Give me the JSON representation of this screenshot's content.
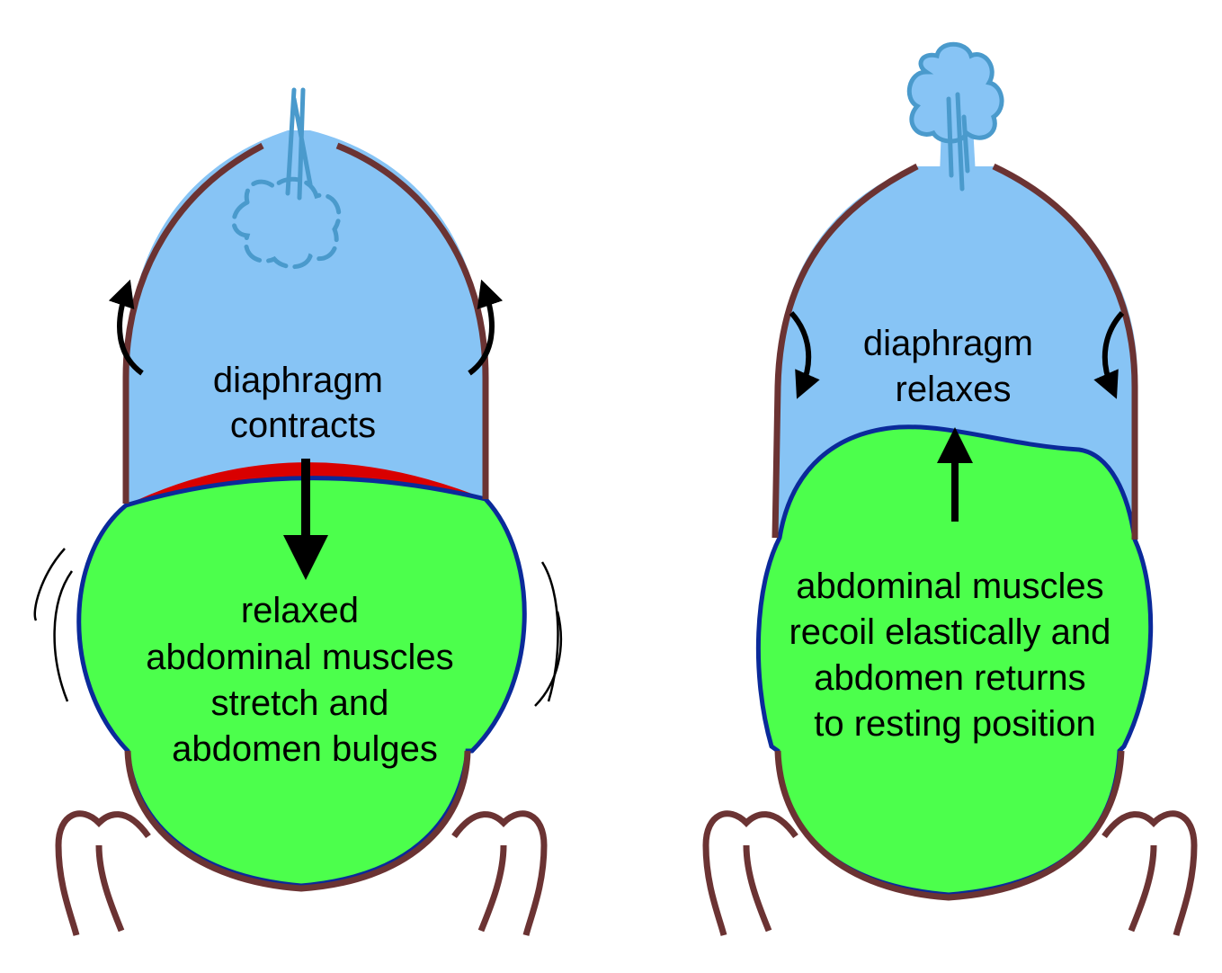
{
  "colors": {
    "chest": "#87c4f5",
    "abdomen": "#4cff4c",
    "diaphragm_contracted": "#d90000",
    "body_outline": "#6b3333",
    "abdomen_outline": "#0a2a9a",
    "air": "#4a9acc",
    "arrow": "#000000"
  },
  "left_panel": {
    "diaphragm_label": [
      "diaphragm",
      "contracts"
    ],
    "abdomen_label": [
      "relaxed",
      "abdominal muscles",
      "stretch and",
      "abdomen bulges"
    ]
  },
  "right_panel": {
    "diaphragm_label": [
      "diaphragm",
      "relaxes"
    ],
    "abdomen_label": [
      "abdominal muscles",
      "recoil elastically and",
      "abdomen returns",
      "to resting position"
    ]
  }
}
